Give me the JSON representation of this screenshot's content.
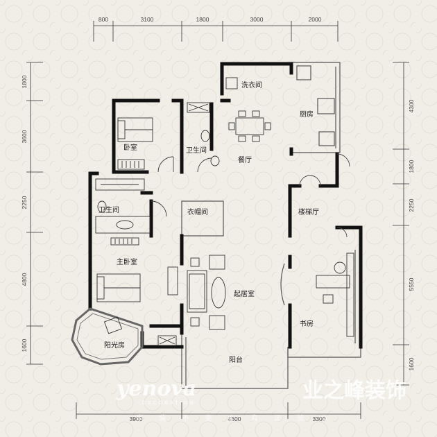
{
  "plan": {
    "dimensions": {
      "top": [
        "800",
        "3100",
        "1800",
        "3000",
        "2000"
      ],
      "bottom": [
        "3900",
        "4300",
        "3300"
      ],
      "left": [
        "1800",
        "3600",
        "2250",
        "4800",
        "1600"
      ],
      "right": [
        "4300",
        "1800",
        "2250",
        "5550",
        "1600"
      ]
    },
    "rooms": {
      "laundry": "洗衣间",
      "kitchen": "厨房",
      "bedroom": "卧室",
      "bathroom_upper": "卫生间",
      "dining": "餐厅",
      "bathroom_lower": "卫生间",
      "walk_in_closet": "衣帽间",
      "stair_hall": "楼梯厅",
      "master_bedroom": "主卧室",
      "living_room": "起居室",
      "study": "书房",
      "sunroom": "阳光房",
      "balcony": "阳台"
    }
  },
  "watermark": {
    "brand_en": "yenova",
    "brand_cn": "业之峰装饰",
    "sub": "DECORATION",
    "bottom_text": "家 装 不 变 心  真 正 放 心"
  },
  "colors": {
    "background": "#f1eee8",
    "wall": "#111111",
    "dimension_line": "#333333"
  }
}
